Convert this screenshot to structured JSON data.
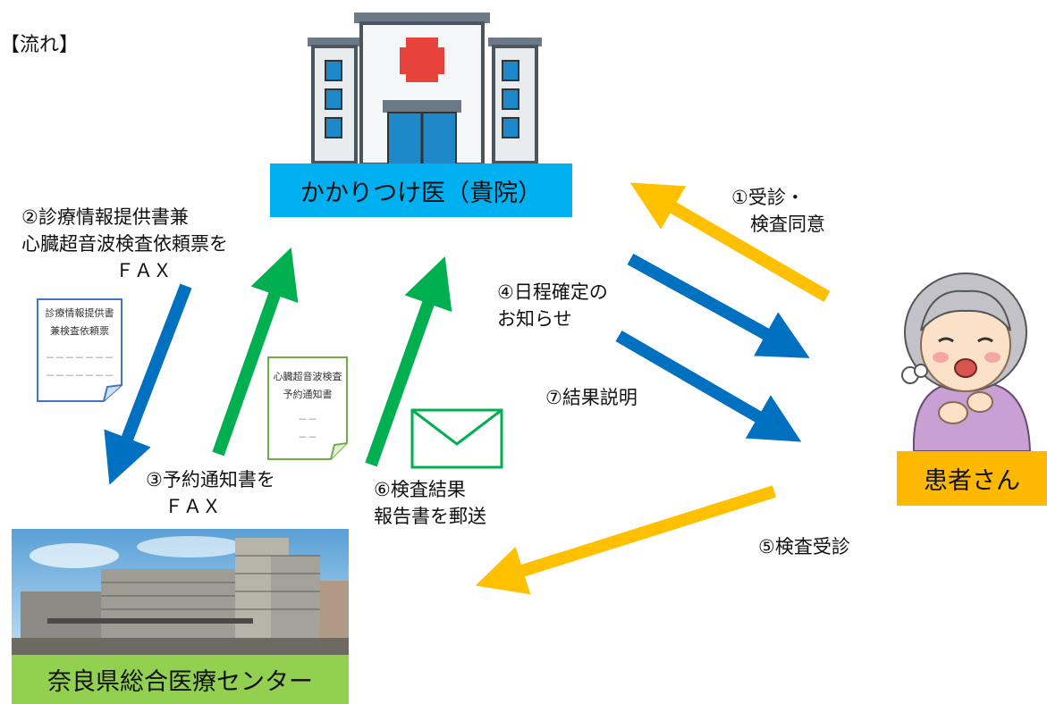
{
  "heading": "【流れ】",
  "nodes": {
    "clinic": "かかりつけ医（貴院）",
    "patient": "患者さん",
    "center": "奈良県総合医療センター"
  },
  "steps": {
    "s1": "①受診・\n　検査同意",
    "s2": "②診療情報提供書兼\n心臓超音波検査依頼票を\n　　　　　ＦＡＸ",
    "s3": "③予約通知書を\n　ＦＡＸ",
    "s4": "④日程確定の\nお知らせ",
    "s5": "⑤検査受診",
    "s6": "⑥検査結果\n報告書を郵送",
    "s7": "⑦結果説明"
  },
  "documents": {
    "referral": "診療情報提供書\n兼検査依頼票",
    "referral_lines": "－－－－－－－\n－－－－－－－",
    "notice": "心臓超音波検査\n予約通知書",
    "notice_lines": "－－\n－－"
  },
  "icons": [
    "hospital-icon",
    "hospital-building-photo",
    "elderly-patient-icon",
    "envelope-icon",
    "document-icon"
  ],
  "colors": {
    "clinic": "#00B0F0",
    "patient": "#FFB800",
    "center": "#92D050",
    "arrow_yellow": "#FFC000",
    "arrow_blue": "#0070C0",
    "arrow_green": "#00B050"
  }
}
